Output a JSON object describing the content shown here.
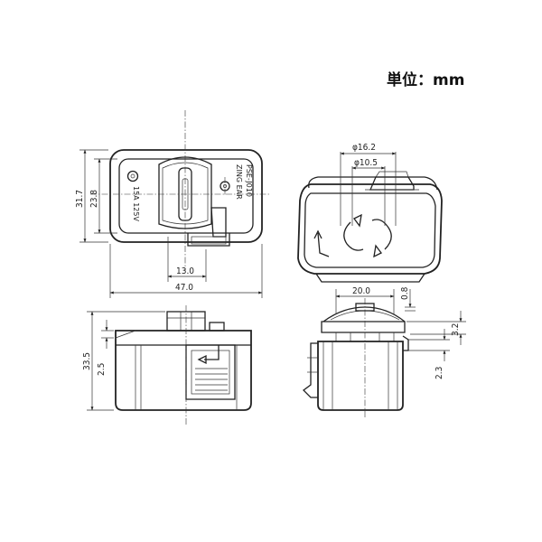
{
  "unit_label": "単位：mm",
  "top_view": {
    "markings": {
      "brand": "ZING EAR",
      "model": "PSE-J010",
      "rating": "15A 125V"
    },
    "dims": {
      "height_outer": "31.7",
      "height_inner": "23.8",
      "offset": "13.0",
      "width": "47.0"
    }
  },
  "iso_view": {
    "dims": {
      "dia_outer": "φ16.2",
      "dia_inner": "φ10.5"
    }
  },
  "front_view": {
    "dims": {
      "height": "33.5",
      "gap": "2.5"
    }
  },
  "side_view": {
    "dims": {
      "top_width": "20.0",
      "tab": "0.8",
      "lip": "3.2",
      "step": "2.3"
    }
  }
}
